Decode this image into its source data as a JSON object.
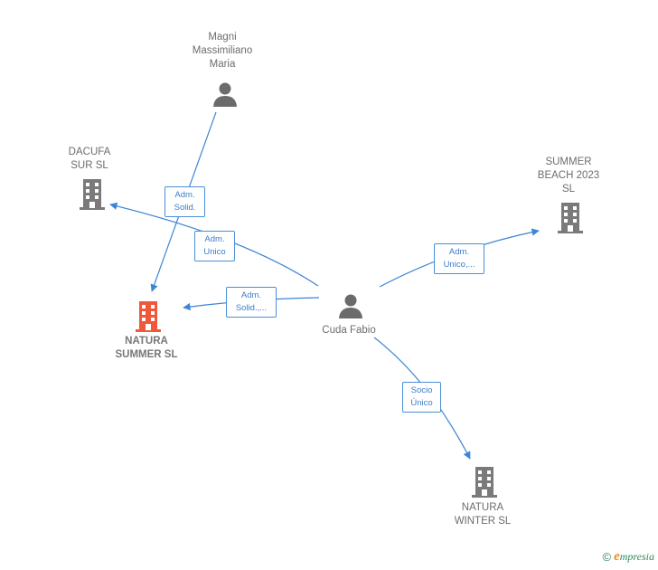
{
  "nodes": {
    "magni": {
      "label": "Magni\nMassimiliano\nMaria",
      "type": "person"
    },
    "dacufa": {
      "label": "DACUFA\nSUR  SL",
      "type": "company"
    },
    "summer_beach": {
      "label": "SUMMER\nBEACH 2023\nSL",
      "type": "company"
    },
    "natura_summer": {
      "label": "NATURA\nSUMMER  SL",
      "type": "company-focus"
    },
    "cuda": {
      "label": "Cuda Fabio",
      "type": "person"
    },
    "natura_winter": {
      "label": "NATURA\nWINTER  SL",
      "type": "company"
    }
  },
  "edges": {
    "magni_natura_summer": "Adm.\nSolid.",
    "cuda_dacufa": "Adm.\nUnico",
    "cuda_natura_summer": "Adm.\nSolid.,...",
    "cuda_summer_beach": "Adm.\nUnico,...",
    "cuda_natura_winter": "Socio\nÚnico"
  },
  "colors": {
    "edge": "#3d86d6",
    "company": "#7a7a7a",
    "person": "#6b6b6b",
    "focus": "#f0583a"
  },
  "brand": {
    "copyright": "©",
    "initial": "e",
    "name": "mpresia"
  }
}
